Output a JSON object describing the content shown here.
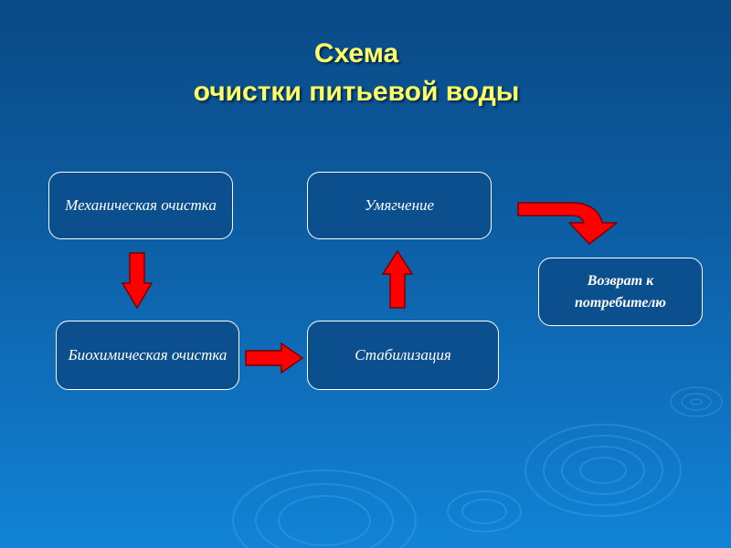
{
  "title": {
    "line1": "Схема",
    "line2": "очистки питьевой воды"
  },
  "boxes": {
    "mechanical": "Механическая очистка",
    "biochemical": "Биохимическая очистка",
    "stabilization": "Стабилизация",
    "softening": "Умягчение",
    "return": "Возврат к потребителю"
  },
  "colors": {
    "title": "#ffff66",
    "arrow_fill": "#ff0000",
    "box_fill": "#0b4f8e",
    "box_border": "#ffffff"
  },
  "icons": {
    "down_arrow": "arrow-down-icon",
    "right_arrow": "arrow-right-icon",
    "up_arrow": "arrow-up-icon",
    "curved_arrow": "curved-arrow-icon"
  }
}
